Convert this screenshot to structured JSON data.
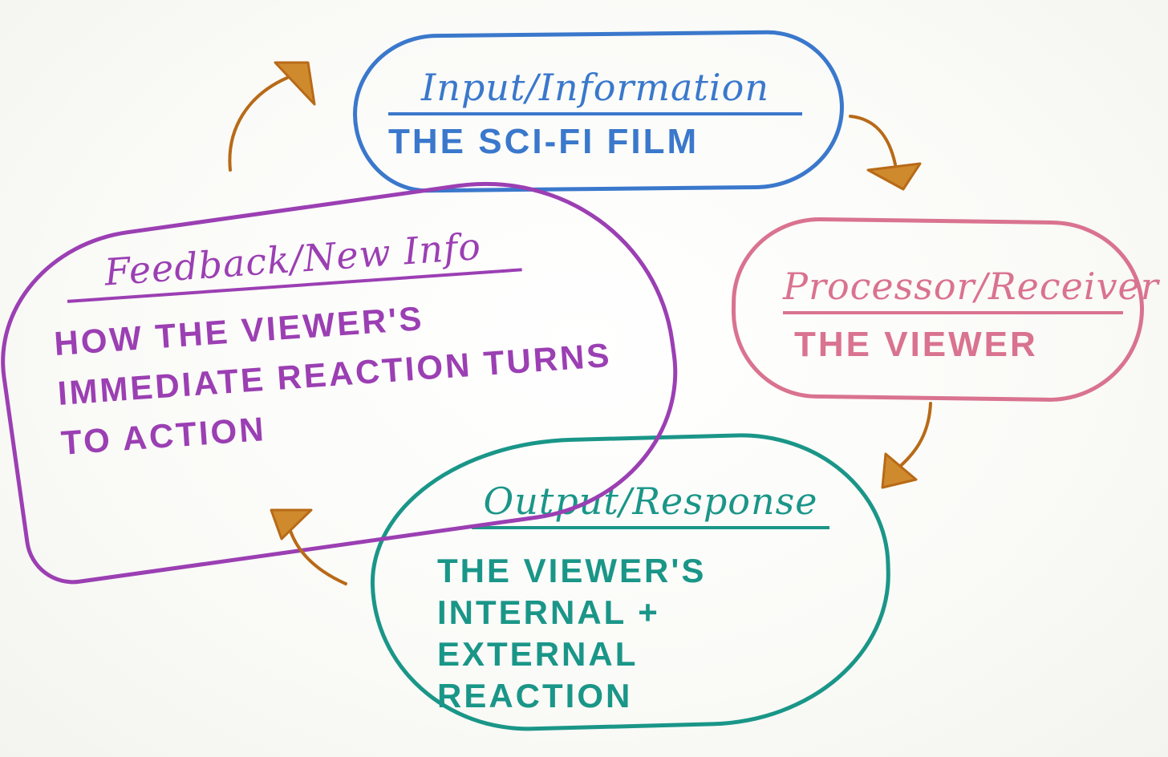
{
  "colors": {
    "input": "#3a78cc",
    "processor": "#d9738f",
    "output": "#1a9688",
    "feedback": "#9b3fb3",
    "arrow": "#b86a17",
    "arrow_fill": "#cf8a2e"
  },
  "nodes": {
    "input": {
      "label": "Input/Information",
      "body": "THE SCI-FI FILM"
    },
    "processor": {
      "label": "Processor/Receiver",
      "body": "THE VIEWER"
    },
    "output": {
      "label": "Output/Response",
      "body": "THE VIEWER'S INTERNAL + EXTERNAL REACTION"
    },
    "feedback": {
      "label": "Feedback/New Info",
      "body": "HOW THE VIEWER'S IMMEDIATE REACTION TURNS TO ACTION"
    }
  }
}
